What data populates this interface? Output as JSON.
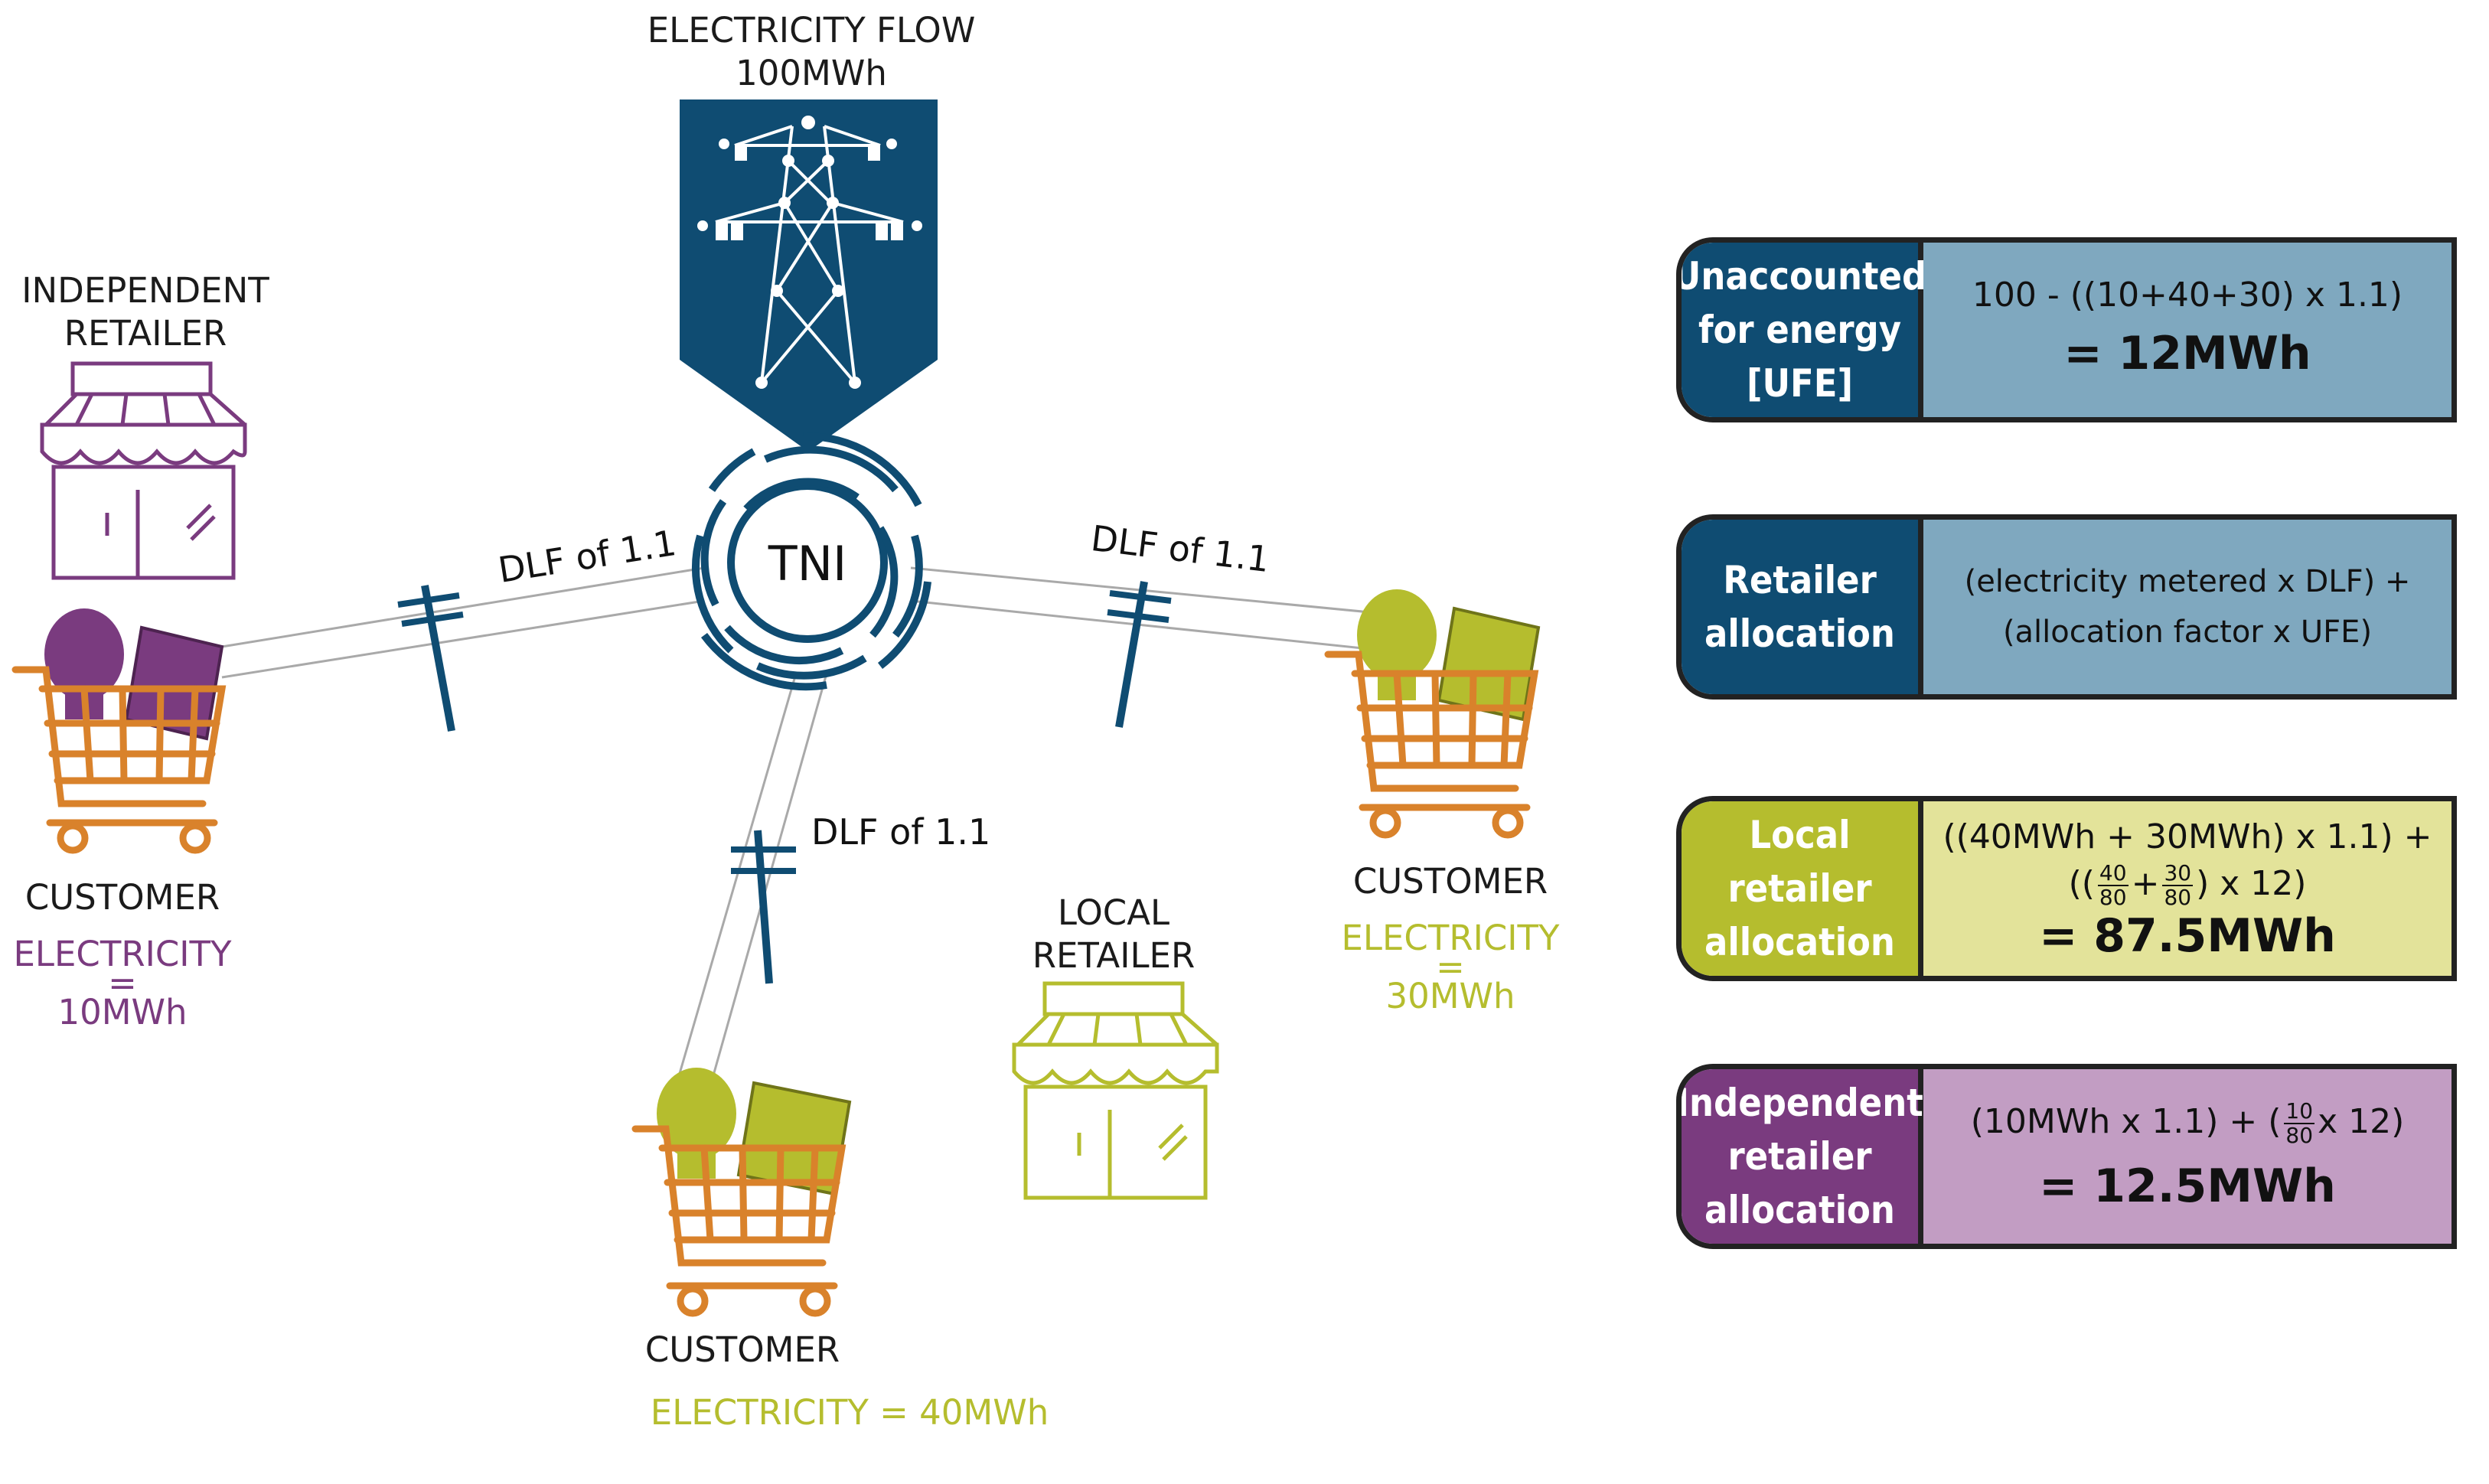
{
  "diagram": {
    "source": {
      "title_line1": "ELECTRICITY FLOW",
      "title_line2": "100MWh"
    },
    "hub_label": "TNI",
    "dlf_left": "DLF of 1.1",
    "dlf_right": "DLF of 1.1",
    "dlf_bottom": "DLF of 1.1",
    "independent_retailer": {
      "line1": "INDEPENDENT",
      "line2": "RETAILER"
    },
    "local_retailer": {
      "line1": "LOCAL",
      "line2": "RETAILER"
    },
    "customer_left": {
      "label": "CUSTOMER",
      "line1": "ELECTRICITY",
      "line2": "=",
      "line3": "10MWh"
    },
    "customer_right": {
      "label": "CUSTOMER",
      "line1": "ELECTRICITY",
      "line2": "=",
      "line3": "30MWh"
    },
    "customer_bottom": {
      "label": "CUSTOMER",
      "text": "ELECTRICITY = 40MWh"
    }
  },
  "panels": [
    {
      "title": "Unaccounted\nfor energy\n[UFE]",
      "formula": "100 - ((10+40+30) x 1.1)",
      "result": "= 12MWh",
      "color": "#0f4c72",
      "body_color": "#7fa8bf"
    },
    {
      "title": "Retailer\nallocation",
      "formula_line1": "(electricity metered x  DLF) +",
      "formula_line2": "(allocation factor x UFE)",
      "color": "#0f4c72",
      "body_color": "#7fa8bf"
    },
    {
      "title": "Local\nretailer\nallocation",
      "formula_line1": "((40MWh + 30MWh) x 1.1) +",
      "f_pre": "((",
      "f_a_num": "40",
      "f_a_den": "80",
      "f_plus": "+",
      "f_b_num": "30",
      "f_b_den": "80",
      "f_post": ") x 12)",
      "result": "= 87.5MWh",
      "color": "#b5bd2e",
      "body_color": "#e3e39a"
    },
    {
      "title": "Independent\nretailer\nallocation",
      "f_pre": "(10MWh x 1.1) + (",
      "f_num": "10",
      "f_den": "80",
      "f_post": "x 12)",
      "result": "= 12.5MWh",
      "color": "#7a3b7f",
      "body_color": "#c29dc3"
    }
  ],
  "colors": {
    "navy": "#0f4c72",
    "purple": "#7a3b7f",
    "lime": "#b5bd2e",
    "orange": "#d9822b"
  }
}
